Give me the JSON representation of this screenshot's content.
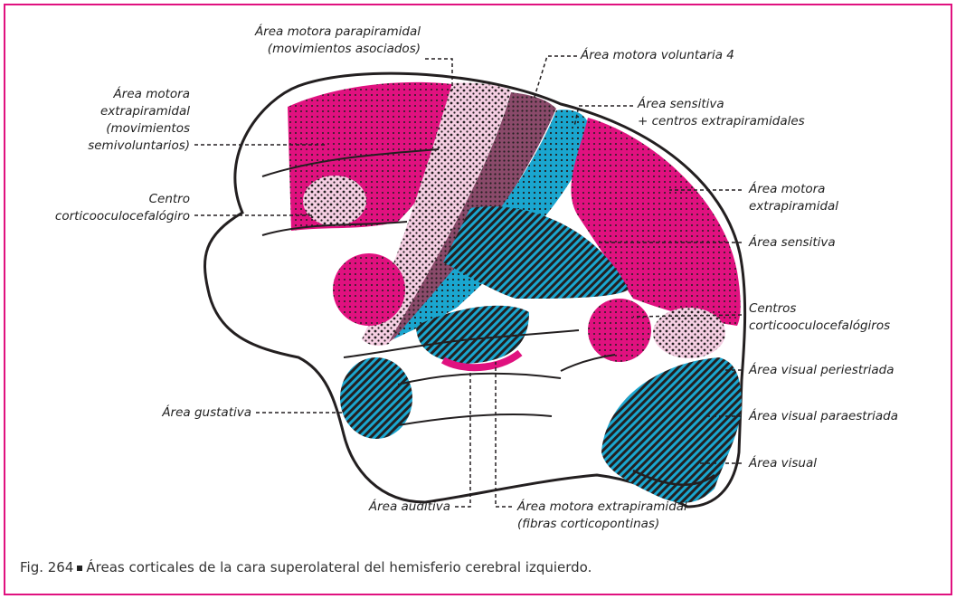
{
  "colors": {
    "magenta": "#e0117f",
    "cyan": "#1aa6cf",
    "dark": "#231f20",
    "frame": "#e0117f"
  },
  "labels": {
    "parapiramidal_1": "Área motora parapiramidal",
    "parapiramidal_2": "(movimientos asociados)",
    "voluntaria": "Área motora voluntaria 4",
    "sensitiva_centros_1": "Área sensitiva",
    "sensitiva_centros_2": "+ centros extrapiramidales",
    "extrapiramidal_front_1": "Área motora",
    "extrapiramidal_front_2": "extrapiramidal",
    "extrapiramidal_front_3": "(movimientos",
    "extrapiramidal_front_4": "semivoluntarios)",
    "centro_cef_1": "Centro",
    "centro_cef_2": "corticooculocefalógiro",
    "extrapiramidal_back_1": "Área motora",
    "extrapiramidal_back_2": "extrapiramidal",
    "sensitiva": "Área sensitiva",
    "centros_cef_1": "Centros",
    "centros_cef_2": "corticooculocefalógiros",
    "visual_peri": "Área visual periestriada",
    "visual_para": "Área visual paraestriada",
    "visual": "Área visual",
    "gustativa": "Área gustativa",
    "auditiva": "Área auditiva",
    "extrapiramidal_cp_1": "Área motora extrapiramidal",
    "extrapiramidal_cp_2": "(fibras corticopontinas)"
  },
  "caption": {
    "number": "Fig. 264",
    "text": "Áreas corticales de la cara superolateral del hemisferio cerebral izquierdo."
  }
}
